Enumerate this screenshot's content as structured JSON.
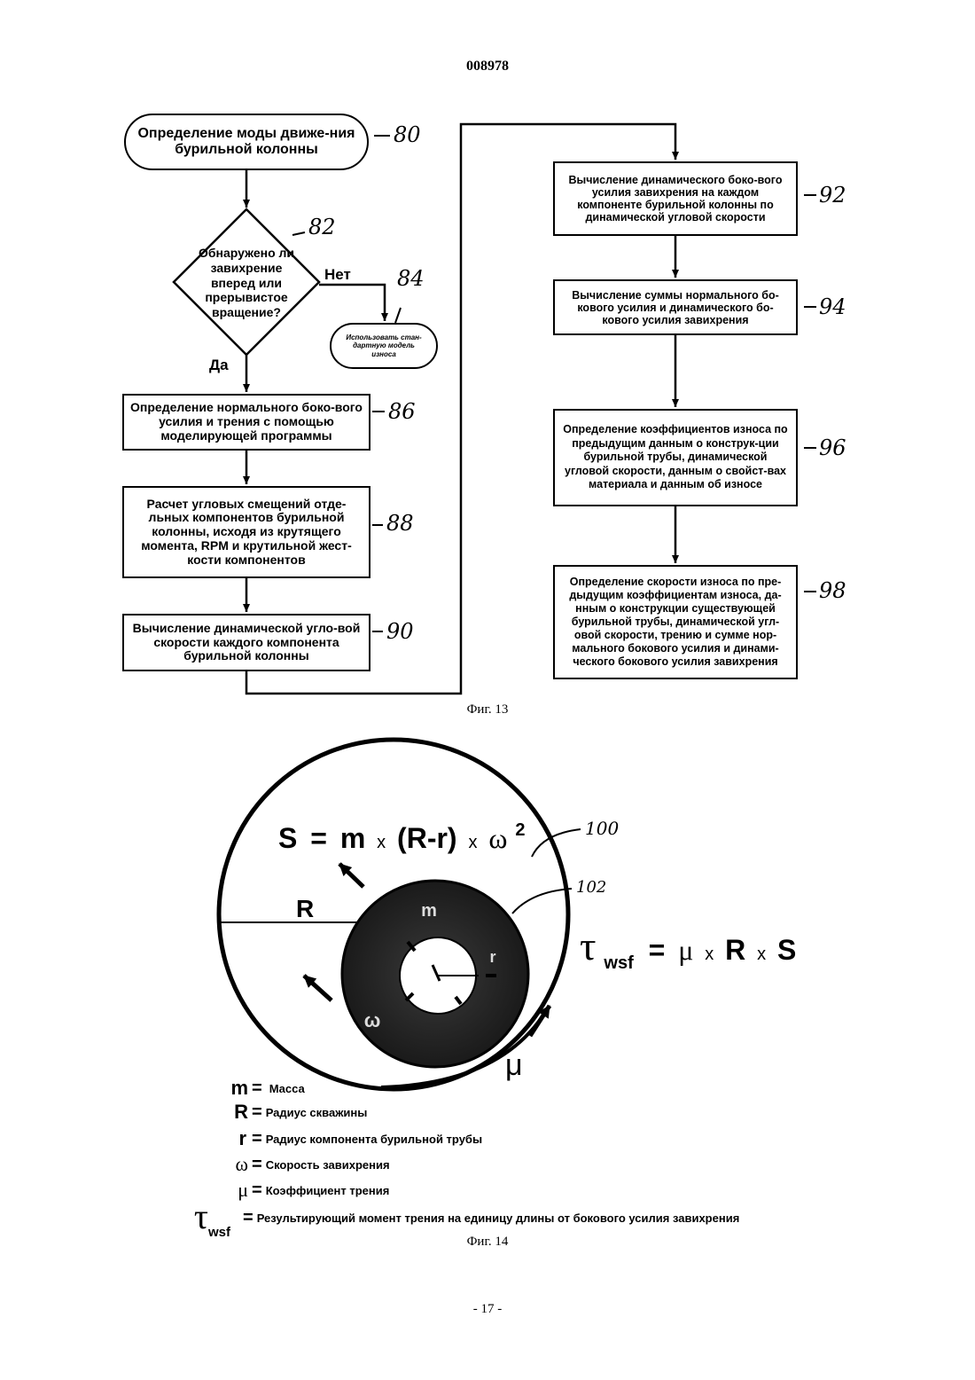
{
  "header": {
    "doc_number": "008978"
  },
  "fig13": {
    "caption": "Фиг. 13",
    "start": {
      "text": "Определение моды движе-ния бурильной колонны",
      "ref": "80"
    },
    "decision": {
      "text": "Обнаружено ли завихрение вперед или прерывистое вращение?",
      "ref": "82",
      "yes": "Да",
      "no": "Нет"
    },
    "standard_model": {
      "text": "Использовать стан-дартную модель износа",
      "ref": "84"
    },
    "box86": {
      "text": "Определение нормального боко-вого усилия и трения с помощью моделирующей программы",
      "ref": "86"
    },
    "box88": {
      "text": "Расчет угловых смещений отде-льных компонентов бурильной колонны, исходя из крутящего момента, RPM и крутильной жест-кости компонентов",
      "ref": "88"
    },
    "box90": {
      "text": "Вычисление динамической угло-вой скорости каждого компонента бурильной колонны",
      "ref": "90"
    },
    "box92": {
      "text": "Вычисление динамического боко-вого усилия завихрения на каждом компоненте бурильной колонны по динамической угловой скорости",
      "ref": "92"
    },
    "box94": {
      "text": "Вычисление суммы нормального бо-кового усилия и динамического бо-кового усилия завихрения",
      "ref": "94"
    },
    "box96": {
      "text": "Определение коэффициентов износа по предыдущим данным о конструк-ции бурильной трубы, динамической угловой скорости, данным о свойст-вах материала и данным об износе",
      "ref": "96"
    },
    "box98": {
      "text": "Определение скорости износа по пре-дыдущим коэффициентам износа, да-нным о конструкции существующей бурильной трубы, динамической угл-овой скорости, трению и сумме нор-мального бокового усилия и динами-ческого бокового усилия завихрения",
      "ref": "98"
    }
  },
  "fig14": {
    "caption": "Фиг. 14",
    "formula_s": {
      "lhs": "S",
      "eq": "=",
      "m": "m",
      "x1": "x",
      "rr": "(R-r)",
      "x2": "x",
      "omega": "ω",
      "exp": "2"
    },
    "formula_tau": {
      "tau": "τ",
      "sub": "wsf",
      "eq": "=",
      "mu": "μ",
      "x1": "x",
      "R": "R",
      "x2": "x",
      "S": "S"
    },
    "label_R": "R",
    "label_mu": "μ",
    "inner_labels": {
      "m": "m",
      "r": "r",
      "omega": "ω"
    },
    "ref_outer": "100",
    "ref_inner": "102",
    "legend": [
      {
        "symbol": "m",
        "eq": "=",
        "text": "Масса"
      },
      {
        "symbol": "R",
        "eq": "=",
        "text": "Радиус скважины"
      },
      {
        "symbol": "r",
        "eq": "=",
        "text": "Радиус компонента бурильной трубы"
      },
      {
        "symbol": "ω",
        "eq": "=",
        "text": "Скорость завихрения"
      },
      {
        "symbol": "μ",
        "eq": "=",
        "text": "Коэффициент трения"
      },
      {
        "symbol": "τ",
        "sub": "wsf",
        "eq": "=",
        "text": "Результирующий момент трения на единицу длины от бокового усилия завихрения"
      }
    ]
  },
  "footer": {
    "page": "- 17 -"
  }
}
